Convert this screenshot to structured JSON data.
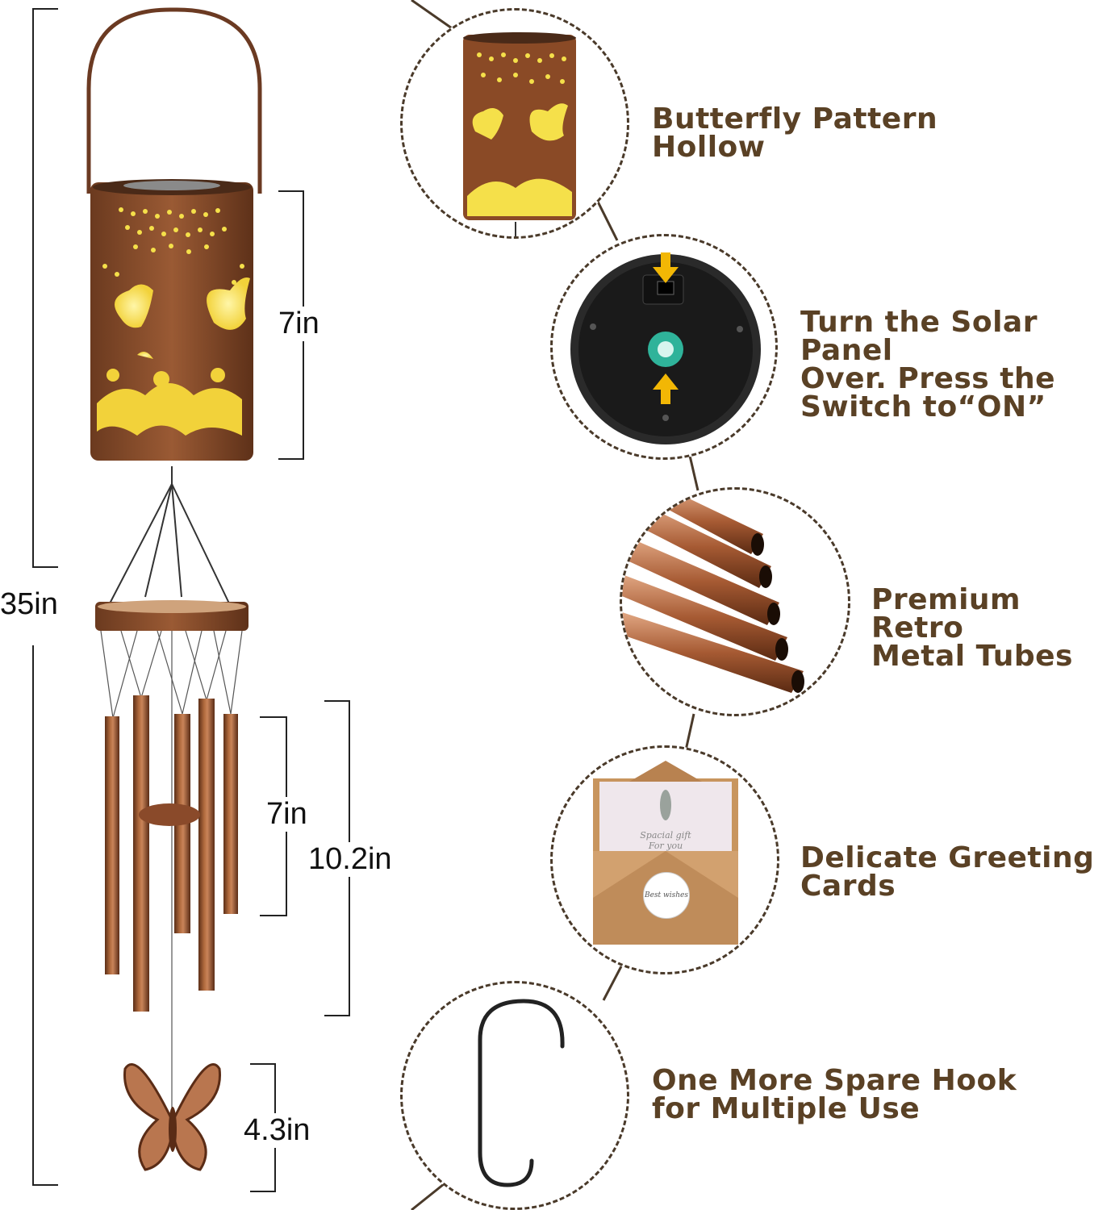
{
  "dimensions": {
    "total_height": "35in",
    "lantern_height": "7in",
    "tubes_short": "7in",
    "tubes_long": "10.2in",
    "butterfly_height": "4.3in"
  },
  "features": [
    {
      "line1": "Butterfly Pattern",
      "line2": "Hollow",
      "line3": ""
    },
    {
      "line1": "Turn the Solar Panel",
      "line2": "Over. Press the",
      "line3": "Switch to“ON”"
    },
    {
      "line1": "Premium Retro",
      "line2": "Metal Tubes",
      "line3": ""
    },
    {
      "line1": "Delicate Greeting",
      "line2": "Cards",
      "line3": ""
    },
    {
      "line1": "One More Spare Hook",
      "line2": "for Multiple Use",
      "line3": ""
    }
  ],
  "card": {
    "line1": "Spacial gift",
    "line2": "For you",
    "sticker": "Best wishes"
  },
  "colors": {
    "text_brown": "#5a4125",
    "copper": "#9a5a34",
    "glow": "#f5e04a",
    "arrow": "#f2b705"
  }
}
